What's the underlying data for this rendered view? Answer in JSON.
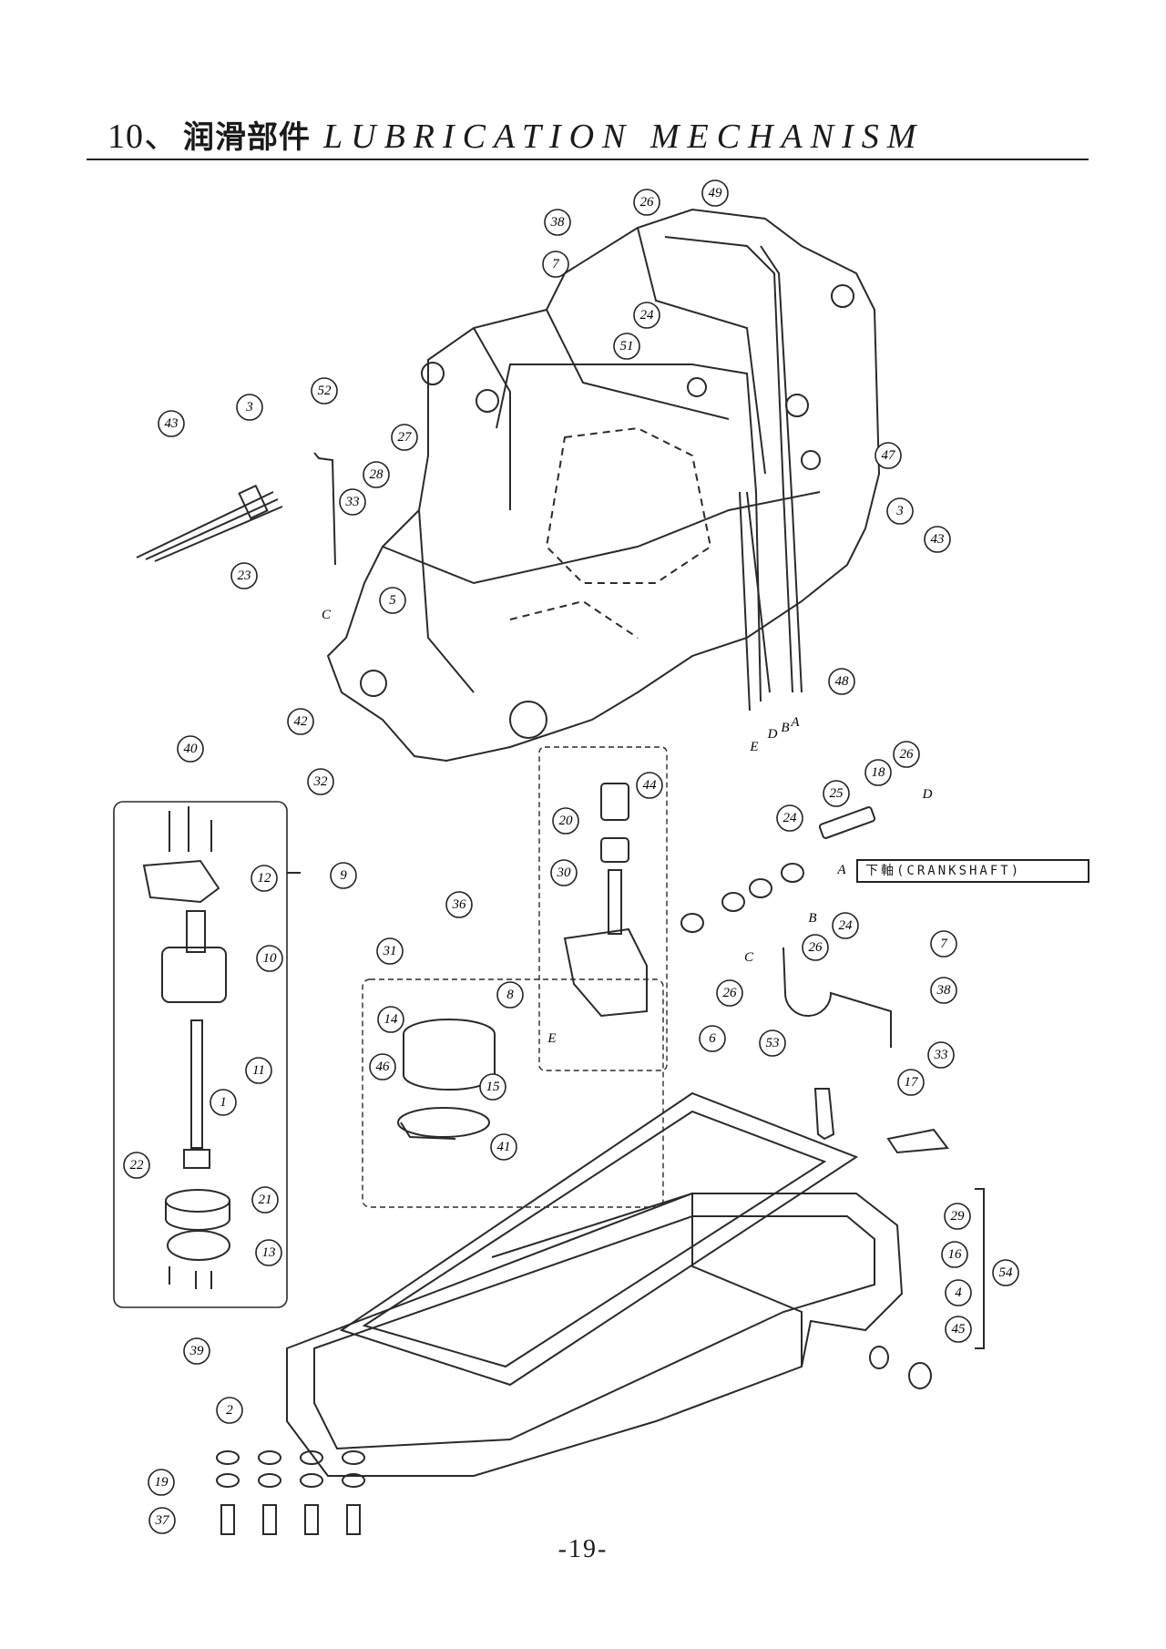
{
  "title": {
    "number": "10、",
    "chinese": "润滑部件",
    "english": "LUBRICATION MECHANISM"
  },
  "page_number": "-19-",
  "crankshaft_label": "下軸(CRANKSHAFT)",
  "callouts": [
    "1",
    "2",
    "3",
    "4",
    "5",
    "6",
    "7",
    "8",
    "9",
    "10",
    "11",
    "12",
    "13",
    "14",
    "15",
    "16",
    "17",
    "18",
    "19",
    "20",
    "21",
    "22",
    "23",
    "24",
    "25",
    "26",
    "27",
    "28",
    "29",
    "30",
    "31",
    "32",
    "33",
    "36",
    "37",
    "38",
    "39",
    "40",
    "41",
    "42",
    "43",
    "44",
    "45",
    "46",
    "47",
    "48",
    "49",
    "51",
    "52",
    "53",
    "54"
  ],
  "pipe_letters": [
    "A",
    "B",
    "C",
    "D",
    "E"
  ]
}
